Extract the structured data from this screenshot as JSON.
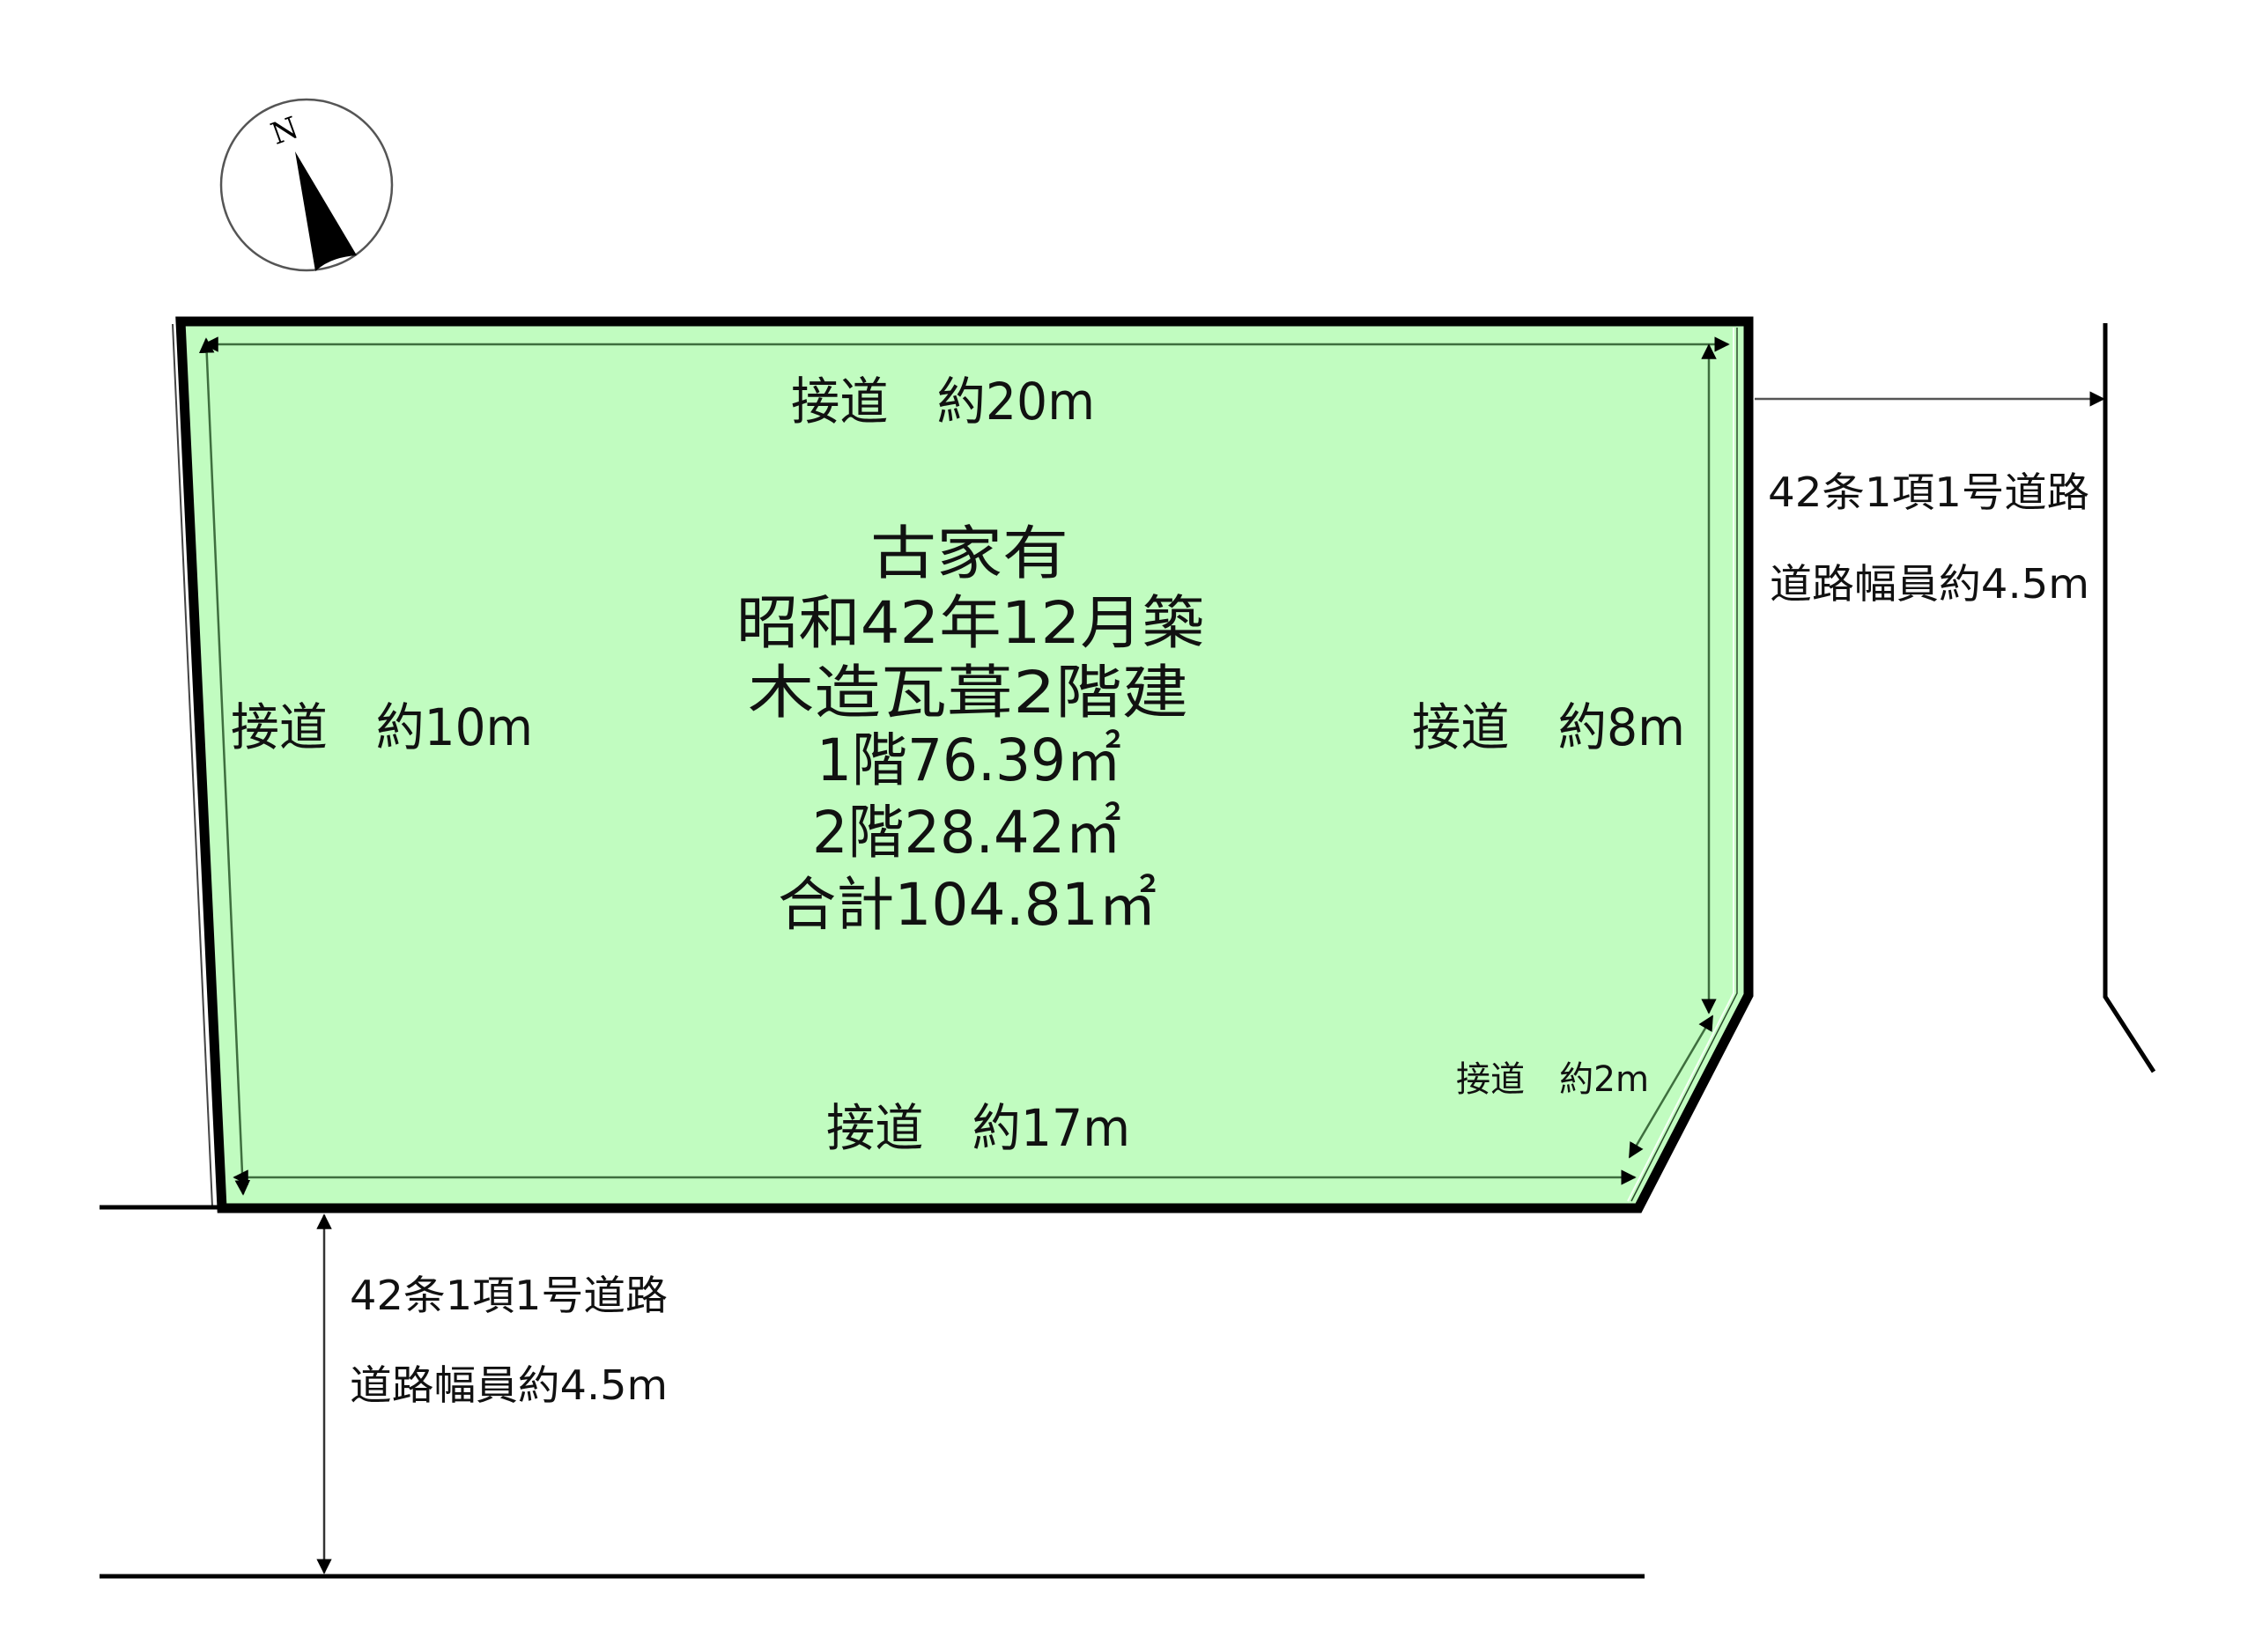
{
  "colors": {
    "parcel_fill": "#c1fcc0",
    "boundary": "#000000",
    "dimension_line": "#3e6e3e",
    "road_line": "#000000",
    "text": "#111111"
  },
  "compass": {
    "label": "N"
  },
  "frontage": {
    "top": "接道　約20m",
    "left": "接道　約10m",
    "right": "接道　約8m",
    "bottom": "接道　約17m",
    "corner": "接道　約2m"
  },
  "building": {
    "line1": "古家有",
    "line2": "昭和42年12月築",
    "line3": "木造瓦葺2階建",
    "line4": "1階76.39㎡",
    "line5": "2階28.42㎡",
    "line6": "合計104.81㎡"
  },
  "roads": {
    "east": {
      "type": "42条1項1号道路",
      "width": "道路幅員約4.5m"
    },
    "south": {
      "type": "42条1項1号道路",
      "width": "道路幅員約4.5m"
    }
  }
}
